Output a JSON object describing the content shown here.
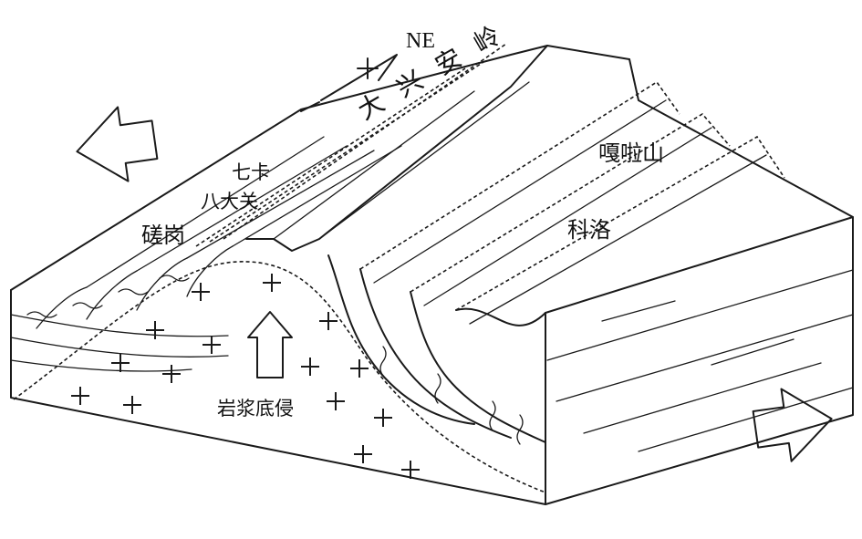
{
  "direction_label": "NE",
  "labels": {
    "daxinganling": "大 兴 安 岭",
    "gaolashan": "嘎啦山",
    "qika": "七卡",
    "badaguan": "八大关",
    "cuogang": "磋岗",
    "keluo": "科洛",
    "magma": "岩浆底侵"
  },
  "colors": {
    "line": "#1a1a1a",
    "background": "#ffffff"
  }
}
